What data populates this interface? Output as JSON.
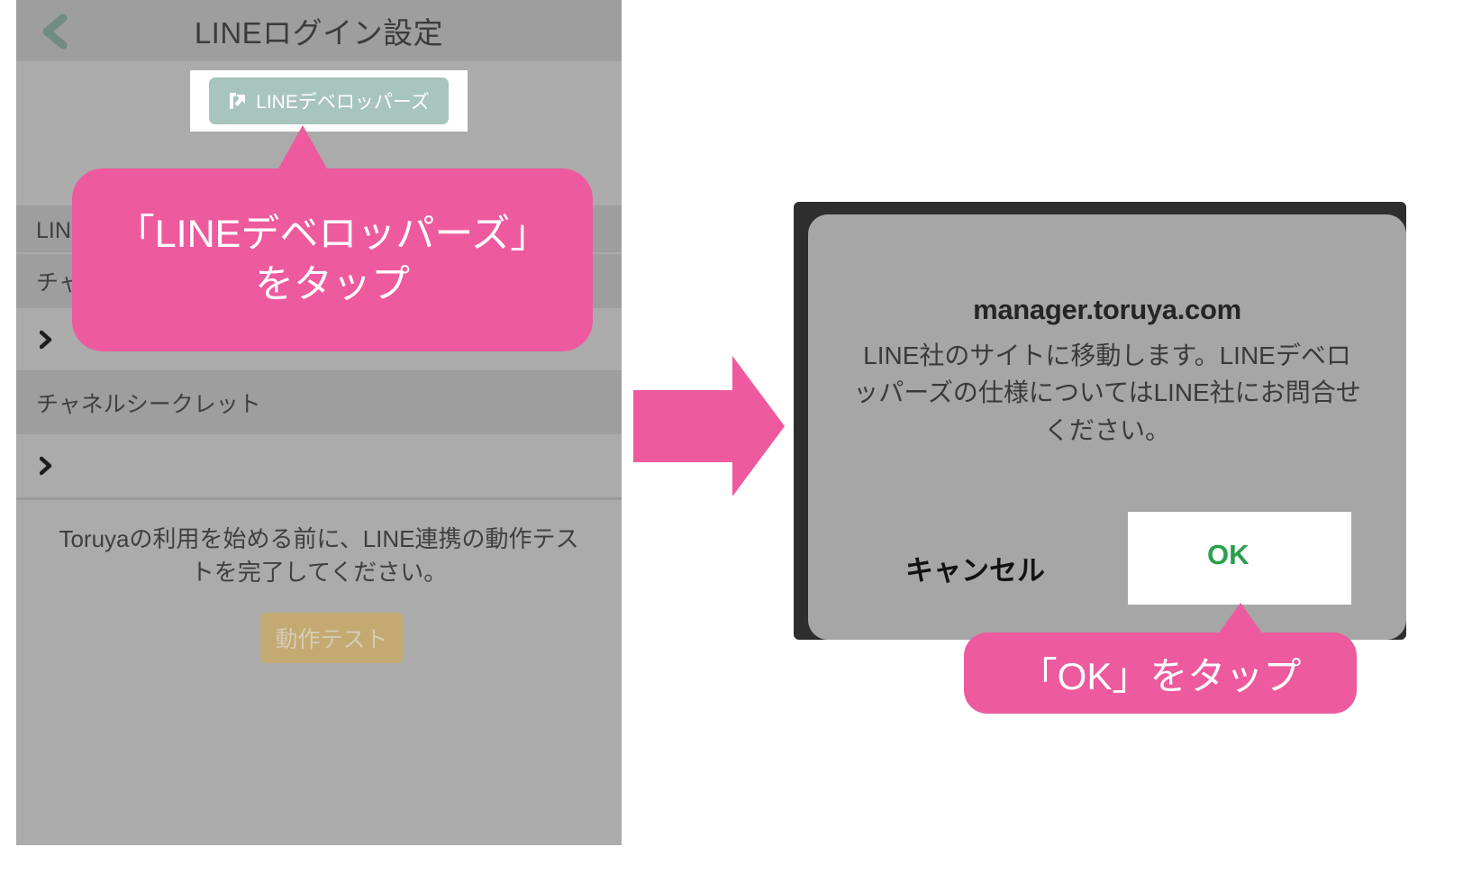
{
  "phone": {
    "header": {
      "title": "LINEログイン設定",
      "back_icon": "chevron-left-icon"
    },
    "developers_button": {
      "label": "LINEデベロッパーズ",
      "icon": "external-link-icon",
      "bg_color": "#a7c4bd"
    },
    "rows": [
      {
        "type": "label",
        "text": "LINEログイン設定"
      },
      {
        "type": "label",
        "text": "チャネルID"
      },
      {
        "type": "value",
        "text": "",
        "chevron": "chevron-right-icon"
      },
      {
        "type": "label",
        "text": "チャネルシークレット"
      },
      {
        "type": "value",
        "text": "",
        "chevron": "chevron-right-icon"
      }
    ],
    "test_note": "Toruyaの利用を始める前に、LINE連携の動作テストを完了してください。",
    "test_button_label": "動作テスト"
  },
  "callout_left": {
    "line1": "「LINEデベロッパーズ」",
    "line2": "をタップ",
    "color": "#ed5a9e"
  },
  "arrow": {
    "name": "flow-arrow-right",
    "color": "#ed5a9e"
  },
  "dialog": {
    "host": "manager.toruya.com",
    "message": "LINE社のサイトに移動します。LINEデベロッパーズの仕様についてはLINE社にお問合せください。",
    "cancel_label": "キャンセル",
    "ok_label": "OK",
    "ok_color": "#2aa04c"
  },
  "callout_right": {
    "text": "「OK」をタップ",
    "color": "#ed5a9e"
  }
}
